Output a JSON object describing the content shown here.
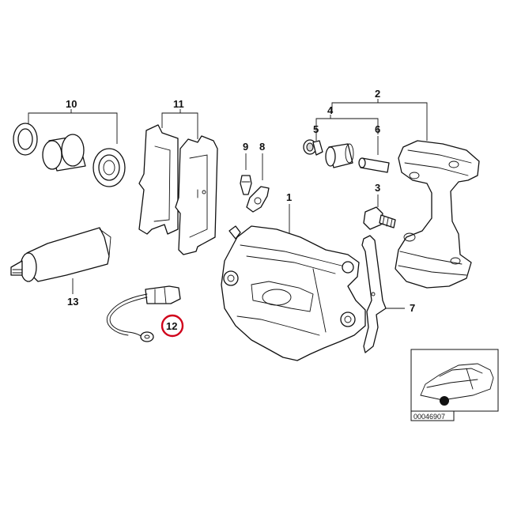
{
  "callouts": {
    "c1": "1",
    "c2": "2",
    "c3": "3",
    "c4": "4",
    "c5": "5",
    "c6": "6",
    "c7": "7",
    "c8": "8",
    "c9": "9",
    "c10": "10",
    "c11": "11",
    "c12": "12",
    "c13": "13"
  },
  "highlight_color": "#d0021b",
  "thumbnail": {
    "ref_code": "00046907"
  }
}
